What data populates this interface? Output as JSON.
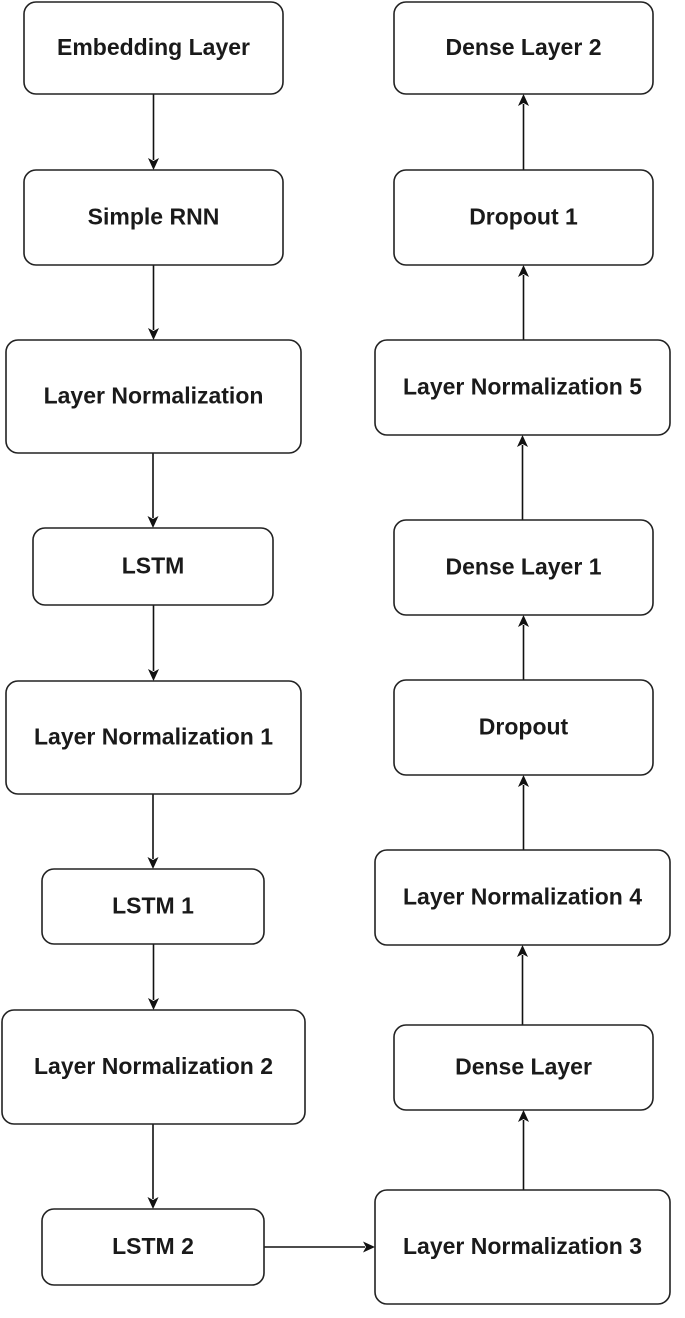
{
  "nodes": [
    {
      "id": "embedding",
      "label": "Embedding Layer"
    },
    {
      "id": "simple_rnn",
      "label": "Simple RNN"
    },
    {
      "id": "layer_norm",
      "label": "Layer Normalization"
    },
    {
      "id": "lstm",
      "label": "LSTM"
    },
    {
      "id": "layer_norm_1",
      "label": "Layer Normalization 1"
    },
    {
      "id": "lstm_1",
      "label": "LSTM 1"
    },
    {
      "id": "layer_norm_2",
      "label": "Layer Normalization 2"
    },
    {
      "id": "lstm_2",
      "label": "LSTM 2"
    },
    {
      "id": "layer_norm_3",
      "label": "Layer Normalization 3"
    },
    {
      "id": "dense",
      "label": "Dense Layer"
    },
    {
      "id": "layer_norm_4",
      "label": "Layer Normalization 4"
    },
    {
      "id": "dropout",
      "label": "Dropout"
    },
    {
      "id": "dense_1",
      "label": "Dense Layer 1"
    },
    {
      "id": "layer_norm_5",
      "label": "Layer Normalization 5"
    },
    {
      "id": "dropout_1",
      "label": "Dropout 1"
    },
    {
      "id": "dense_2",
      "label": "Dense Layer 2"
    }
  ],
  "edges": [
    {
      "from": "embedding",
      "to": "simple_rnn"
    },
    {
      "from": "simple_rnn",
      "to": "layer_norm"
    },
    {
      "from": "layer_norm",
      "to": "lstm"
    },
    {
      "from": "lstm",
      "to": "layer_norm_1"
    },
    {
      "from": "layer_norm_1",
      "to": "lstm_1"
    },
    {
      "from": "lstm_1",
      "to": "layer_norm_2"
    },
    {
      "from": "layer_norm_2",
      "to": "lstm_2"
    },
    {
      "from": "lstm_2",
      "to": "layer_norm_3"
    },
    {
      "from": "layer_norm_3",
      "to": "dense"
    },
    {
      "from": "dense",
      "to": "layer_norm_4"
    },
    {
      "from": "layer_norm_4",
      "to": "dropout"
    },
    {
      "from": "dropout",
      "to": "dense_1"
    },
    {
      "from": "dense_1",
      "to": "layer_norm_5"
    },
    {
      "from": "layer_norm_5",
      "to": "dropout_1"
    },
    {
      "from": "dropout_1",
      "to": "dense_2"
    }
  ]
}
